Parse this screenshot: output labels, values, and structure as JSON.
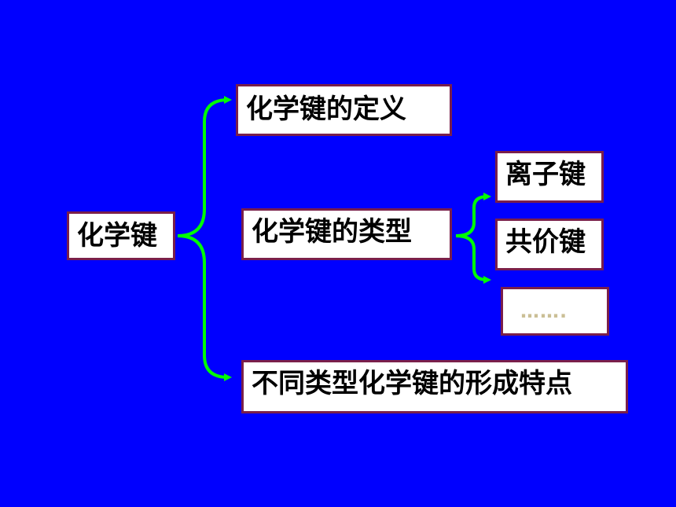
{
  "diagram": {
    "root": "化学键",
    "branches": {
      "definition": "化学键的定义",
      "types": "化学键的类型",
      "formation": "不同类型化学键的形成特点"
    },
    "type_items": {
      "ionic": "离子键",
      "covalent": "共价键",
      "more": "……."
    }
  },
  "colors": {
    "background": "#0000ff",
    "connector": "#00ff00",
    "box_border": "#7a1f4a",
    "box_fill": "#ffffff",
    "ellipsis": "#cbbf96"
  }
}
